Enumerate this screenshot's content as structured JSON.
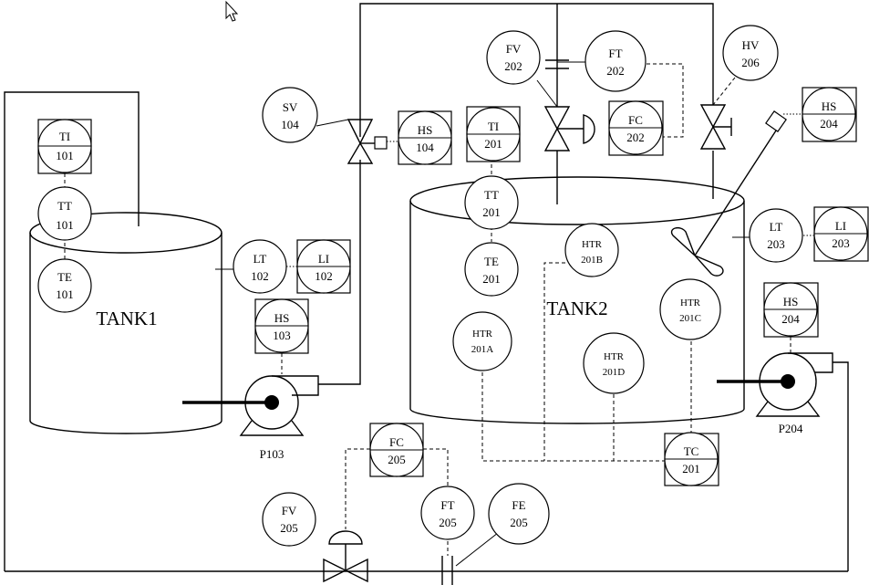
{
  "tanks": [
    {
      "label": "TANK1"
    },
    {
      "label": "TANK2"
    }
  ],
  "pumps": [
    {
      "label": "P103"
    },
    {
      "label": "P204"
    }
  ],
  "instruments": {
    "ti101": {
      "tag": "TI",
      "num": "101"
    },
    "tt101": {
      "tag": "TT",
      "num": "101"
    },
    "te101": {
      "tag": "TE",
      "num": "101"
    },
    "lt102": {
      "tag": "LT",
      "num": "102"
    },
    "li102": {
      "tag": "LI",
      "num": "102"
    },
    "hs103": {
      "tag": "HS",
      "num": "103"
    },
    "sv104": {
      "tag": "SV",
      "num": "104"
    },
    "hs104": {
      "tag": "HS",
      "num": "104"
    },
    "ti201": {
      "tag": "TI",
      "num": "201"
    },
    "tt201": {
      "tag": "TT",
      "num": "201"
    },
    "te201": {
      "tag": "TE",
      "num": "201"
    },
    "fv202": {
      "tag": "FV",
      "num": "202"
    },
    "ft202": {
      "tag": "FT",
      "num": "202"
    },
    "fc202": {
      "tag": "FC",
      "num": "202"
    },
    "hv206": {
      "tag": "HV",
      "num": "206"
    },
    "hs204a": {
      "tag": "HS",
      "num": "204"
    },
    "lt203": {
      "tag": "LT",
      "num": "203"
    },
    "li203": {
      "tag": "LI",
      "num": "203"
    },
    "hs204b": {
      "tag": "HS",
      "num": "204"
    },
    "htr201a": {
      "tag": "HTR",
      "num": "201A"
    },
    "htr201b": {
      "tag": "HTR",
      "num": "201B"
    },
    "htr201c": {
      "tag": "HTR",
      "num": "201C"
    },
    "htr201d": {
      "tag": "HTR",
      "num": "201D"
    },
    "tc201": {
      "tag": "TC",
      "num": "201"
    },
    "fc205": {
      "tag": "FC",
      "num": "205"
    },
    "fv205": {
      "tag": "FV",
      "num": "205"
    },
    "ft205": {
      "tag": "FT",
      "num": "205"
    },
    "fe205": {
      "tag": "FE",
      "num": "205"
    }
  }
}
